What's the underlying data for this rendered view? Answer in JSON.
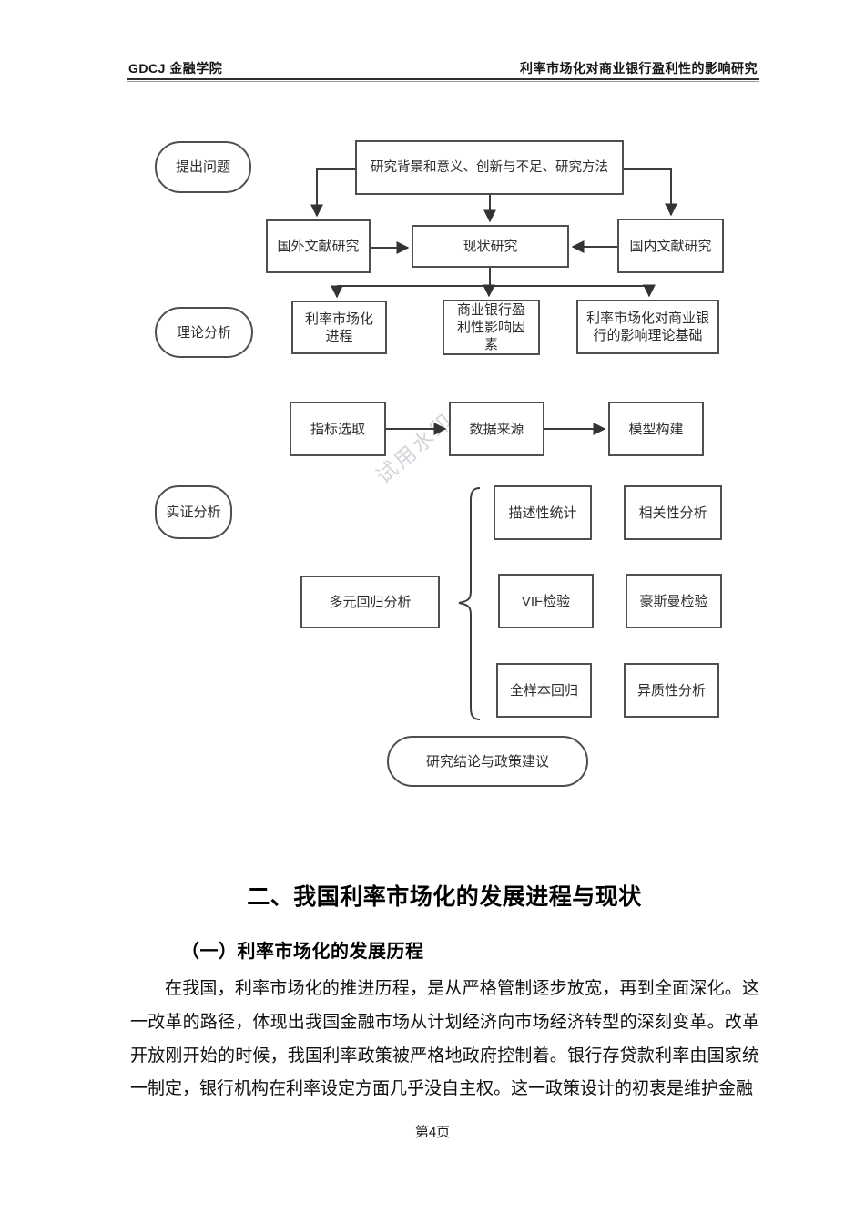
{
  "header": {
    "left": "GDCJ 金融学院",
    "right": "利率市场化对商业银行盈利性的影响研究"
  },
  "flowchart": {
    "watermark": "试用水印",
    "stages": {
      "raise_question": "提出问题",
      "theory_analysis": "理论分析",
      "empirical_analysis": "实证分析",
      "conclusion": "研究结论与政策建议"
    },
    "nodes": {
      "background": "研究背景和意义、创新与不足、研究方法",
      "foreign_literature": "国外文献研究",
      "status_research": "现状研究",
      "domestic_literature": "国内文献研究",
      "marketization_process": "利率市场化进程",
      "profit_factors": "商业银行盈利性影响因素",
      "theory_basis": "利率市场化对商业银行的影响理论基础",
      "indicator_selection": "指标选取",
      "data_source": "数据来源",
      "model_building": "模型构建",
      "multi_regression": "多元回归分析",
      "descriptive_stats": "描述性统计",
      "correlation_analysis": "相关性分析",
      "vif_test": "VIF检验",
      "hausman_test": "豪斯曼检验",
      "full_sample_regression": "全样本回归",
      "heterogeneity_analysis": "异质性分析"
    }
  },
  "section": {
    "title": "二、我国利率市场化的发展进程与现状",
    "subtitle": "（一）利率市场化的发展历程"
  },
  "body": {
    "paragraph": "在我国，利率市场化的推进历程，是从严格管制逐步放宽，再到全面深化。这一改革的路径，体现出我国金融市场从计划经济向市场经济转型的深刻变革。改革开放刚开始的时候，我国利率政策被严格地政府控制着。银行存贷款利率由国家统一制定，银行机构在利率设定方面几乎没自主权。这一政策设计的初衷是维护金融",
    "colors": {
      "box_border": "#4f4f4f",
      "connector": "#3d3d3d",
      "watermark": "#9fa1ad"
    }
  },
  "footer": {
    "page_number": "第4页"
  }
}
